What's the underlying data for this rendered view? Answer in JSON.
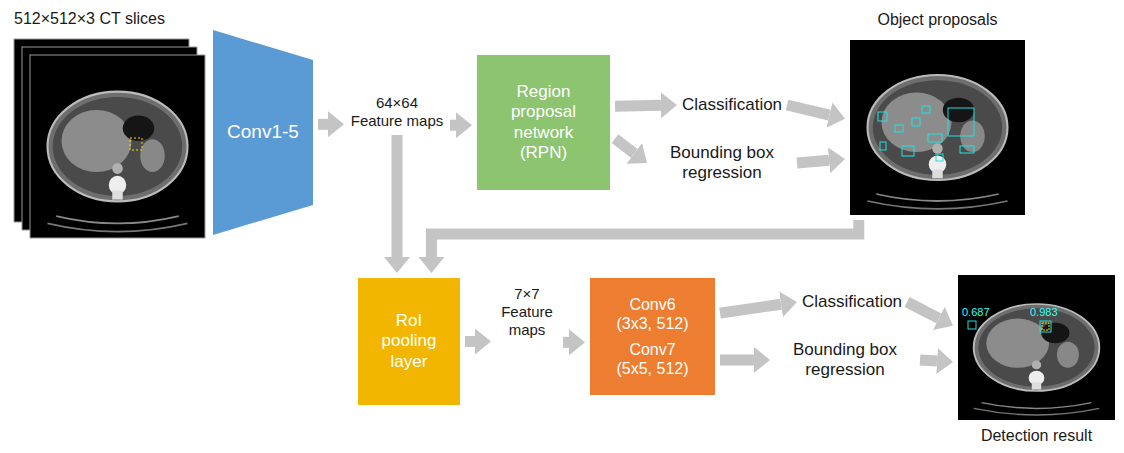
{
  "diagram": {
    "nodes": [
      {
        "text": [
          "512×512×3 CT slices"
        ]
      },
      {
        "text": [
          "Conv1-5"
        ]
      },
      {
        "text": [
          "64×64 Feature maps"
        ]
      },
      {
        "text": [
          "Region proposal network (RPN)"
        ]
      },
      {
        "text": [
          "Classification"
        ]
      },
      {
        "text": [
          "Bounding box regression"
        ]
      },
      {
        "text": [
          "Object proposals"
        ]
      },
      {
        "text": [
          "RoI pooling layer"
        ]
      },
      {
        "text": [
          "7×7 Feature maps"
        ]
      },
      {
        "text": [
          "Conv6 (3x3, 512)",
          "Conv7 (5x5, 512)"
        ]
      },
      {
        "text": [
          "Classification"
        ]
      },
      {
        "text": [
          "Bounding box regression"
        ]
      },
      {
        "text": [
          "Detection result"
        ]
      }
    ],
    "edges": [
      {
        "from": 1,
        "to": 2,
        "arrow": "to"
      },
      {
        "from": 2,
        "to": 3,
        "arrow": "to"
      },
      {
        "from": 3,
        "to": 4,
        "arrow": "to"
      },
      {
        "from": 3,
        "to": 5,
        "arrow": "to"
      },
      {
        "from": 4,
        "to": 6,
        "arrow": "to"
      },
      {
        "from": 5,
        "to": 6,
        "arrow": "to"
      },
      {
        "from": 2,
        "to": 7,
        "arrow": "to"
      },
      {
        "from": 6,
        "to": 7,
        "arrow": "to"
      },
      {
        "from": 7,
        "to": 8,
        "arrow": "to"
      },
      {
        "from": 8,
        "to": 9,
        "arrow": "to"
      },
      {
        "from": 9,
        "to": 10,
        "arrow": "to"
      },
      {
        "from": 9,
        "to": 11,
        "arrow": "to"
      },
      {
        "from": 10,
        "to": 12,
        "arrow": "to"
      },
      {
        "from": 11,
        "to": 12,
        "arrow": "to"
      }
    ],
    "labels": [
      "0.687",
      "0.983"
    ]
  }
}
